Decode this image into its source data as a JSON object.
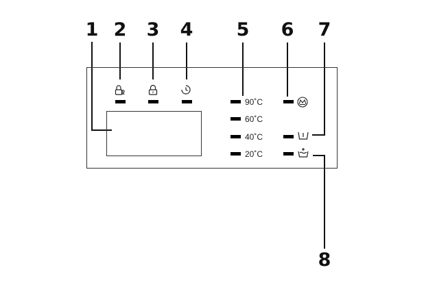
{
  "callouts": {
    "n1": "1",
    "n2": "2",
    "n3": "3",
    "n4": "4",
    "n5": "5",
    "n6": "6",
    "n7": "7",
    "n8": "8"
  },
  "temperatures": {
    "t90": "90˚C",
    "t60": "60˚C",
    "t40": "40˚C",
    "t20": "20˚C"
  },
  "icons": {
    "i2": "child-lock-icon",
    "i3": "door-lock-icon",
    "i4": "delay-timer-icon",
    "i6": "cotton-program-icon",
    "i7": "synthetics-program-icon",
    "i8": "delicate-program-icon"
  }
}
